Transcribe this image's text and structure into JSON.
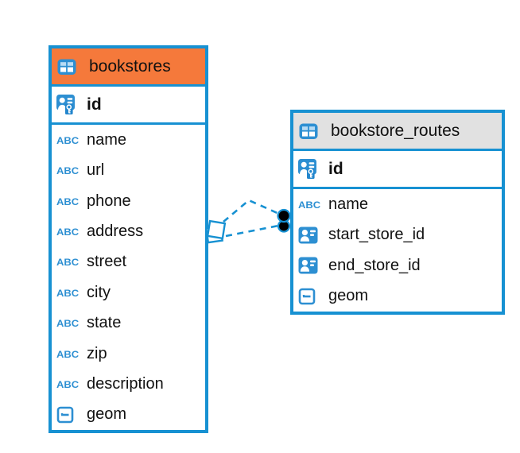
{
  "colors": {
    "accent_blue": "#1791D2",
    "icon_blue": "#2D8FD2",
    "header_orange": "#F5793B",
    "header_gray": "#E1E1E1",
    "text": "#111111",
    "relation_marker_fill": "#000000"
  },
  "icons": {
    "text_glyph": "ABC",
    "table": "grid-table",
    "primary_key": "person-card-with-key",
    "reference": "person-card",
    "geometry": "square-with-dash"
  },
  "tables": [
    {
      "name": "bookstores",
      "header_style": "orange",
      "pk": {
        "name": "id",
        "type": "primary-key"
      },
      "columns": [
        {
          "name": "name",
          "type": "text"
        },
        {
          "name": "url",
          "type": "text"
        },
        {
          "name": "phone",
          "type": "text"
        },
        {
          "name": "address",
          "type": "text"
        },
        {
          "name": "street",
          "type": "text"
        },
        {
          "name": "city",
          "type": "text"
        },
        {
          "name": "state",
          "type": "text"
        },
        {
          "name": "zip",
          "type": "text"
        },
        {
          "name": "description",
          "type": "text"
        },
        {
          "name": "geom",
          "type": "geometry"
        }
      ]
    },
    {
      "name": "bookstore_routes",
      "header_style": "gray",
      "pk": {
        "name": "id",
        "type": "primary-key"
      },
      "columns": [
        {
          "name": "name",
          "type": "text"
        },
        {
          "name": "start_store_id",
          "type": "reference"
        },
        {
          "name": "end_store_id",
          "type": "reference"
        },
        {
          "name": "geom",
          "type": "geometry"
        }
      ]
    }
  ],
  "relations": [
    {
      "from": "bookstore_routes",
      "to": "bookstores",
      "style": "dashed",
      "source_marker": "dot",
      "target_marker": "diamond"
    },
    {
      "from": "bookstore_routes",
      "to": "bookstores",
      "style": "dashed",
      "source_marker": "dot",
      "target_marker": "diamond"
    }
  ]
}
